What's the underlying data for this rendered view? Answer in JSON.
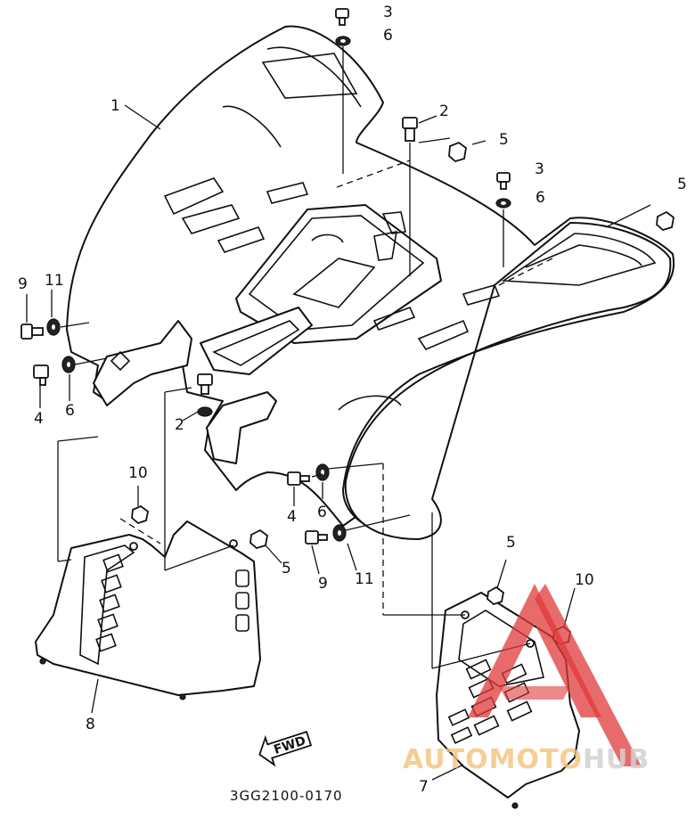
{
  "diagram": {
    "drawing_code": "3GG2100-0170",
    "direction_label": "FWD",
    "callouts": [
      "1",
      "2",
      "3",
      "4",
      "5",
      "6",
      "7",
      "8",
      "9",
      "10",
      "11"
    ],
    "watermark": {
      "part1": "AUTO",
      "part2": "MOTO",
      "part3": "HUB",
      "colors": {
        "triangle": "#e03a3a",
        "auto": "#f0b05a",
        "hub": "#c8c8c8"
      }
    }
  }
}
